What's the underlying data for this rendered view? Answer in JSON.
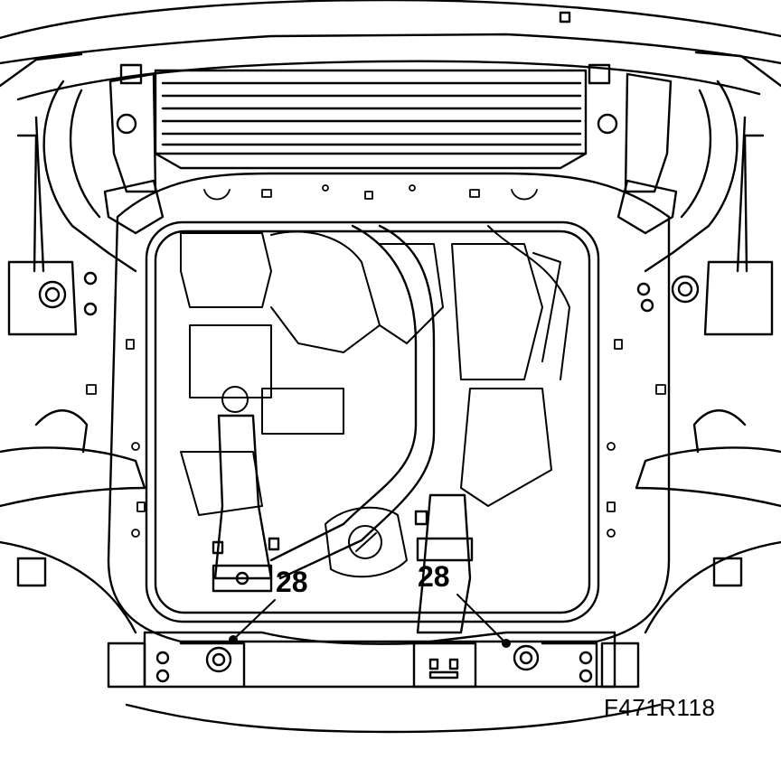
{
  "callouts": {
    "left": "28",
    "right": "28"
  },
  "figure_code": "F471R118",
  "colors": {
    "ink": "#000000",
    "paper": "#ffffff"
  }
}
